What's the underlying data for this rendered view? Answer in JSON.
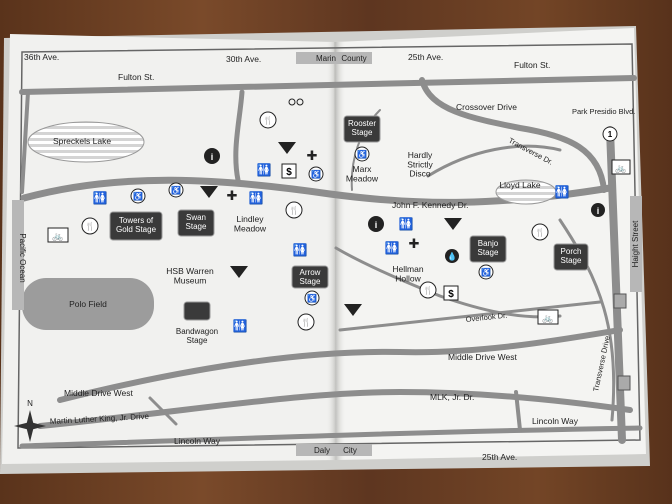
{
  "map": {
    "streets": {
      "ave36": "36th Ave.",
      "ave30": "30th Ave.",
      "ave25_top": "25th Ave.",
      "fulton_left": "Fulton St.",
      "fulton_right": "Fulton St.",
      "crossover": "Crossover Drive",
      "park_presidio": "Park Presidio Blvd.",
      "transverse_top": "Transverse Dr.",
      "jfk": "John F. Kennedy Dr.",
      "overlook": "Overlook Dr.",
      "middle_west_left": "Middle Drive West",
      "middle_west_right": "Middle Drive West",
      "mlk_left": "Martin Luther King, Jr. Drive",
      "mlk_right": "MLK, Jr. Dr.",
      "lincoln_left": "Lincoln Way",
      "lincoln_right": "Lincoln Way",
      "ave25_bottom": "25th Ave.",
      "transverse_right": "Transverse Drive"
    },
    "places": {
      "spreckels": "Spreckels Lake",
      "polo": "Polo Field",
      "lloyd": "Lloyd Lake",
      "lindley": "Lindley\nMeadow",
      "hsb_warren": "HSB Warren\nMuseum",
      "hellman": "Hellman\nHollow",
      "marx": "Marx\nMeadow",
      "hardly": "Hardly\nStrictly\nDisco"
    },
    "stages": {
      "towers": "Towers of\nGold Stage",
      "swan": "Swan\nStage",
      "arrow": "Arrow\nStage",
      "rooster": "Rooster\nStage",
      "banjo": "Banjo\nStage",
      "porch": "Porch\nStage",
      "bandwagon": "Bandwagon\nStage"
    },
    "edge_tabs": {
      "top_marin": "Marin",
      "top_county": "County",
      "left": "Pacific Ocean",
      "right": "Haight Street",
      "bottom_daly": "Daly",
      "bottom_city": "City"
    },
    "compass_north": "N",
    "highway_shield": "1",
    "icon_glyphs": {
      "info": "i",
      "accessible": "♿",
      "fork_knife": "🍴",
      "restroom": "🚻",
      "first_aid": "✚",
      "money": "$",
      "water": "💧",
      "bike": "🚲"
    },
    "colors": {
      "paper": "#f1f1ef",
      "road": "#8d8d8d",
      "road_dark": "#555555",
      "stage_bg": "#3a3a3a"
    }
  }
}
